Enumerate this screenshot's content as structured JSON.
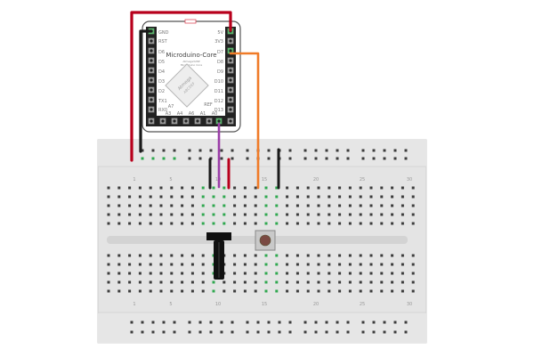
{
  "board": {
    "title": "Microduino-Core",
    "subtitle_1": "Atmega328P",
    "subtitle_2": "Microduino Core",
    "chip_label_1": "Atmega",
    "chip_label_2": "ABCDEF",
    "left_pins": [
      "GND",
      "RST",
      "D6",
      "D5",
      "D4",
      "D3",
      "D2",
      "TX1",
      "RX0"
    ],
    "right_pins": [
      "5V",
      "3V3",
      "D7",
      "D8",
      "D9",
      "D10",
      "D11",
      "D12",
      "D13"
    ],
    "bottom_pins": [
      "A7",
      "A3",
      "A4",
      "A6",
      "A1",
      "A0"
    ],
    "bottom_right_label": "REF"
  },
  "breadboard": {
    "column_numbers": [
      "1",
      "5",
      "10",
      "15",
      "20",
      "25",
      "30"
    ]
  },
  "colors": {
    "wire_red": "#b8001c",
    "wire_black": "#1a1a1a",
    "wire_orange": "#f07b28",
    "wire_purple": "#9b3ea8",
    "breadboard": "#e3e3e3",
    "hole": "#3c3c3c",
    "active_hole": "#2fa84f"
  }
}
